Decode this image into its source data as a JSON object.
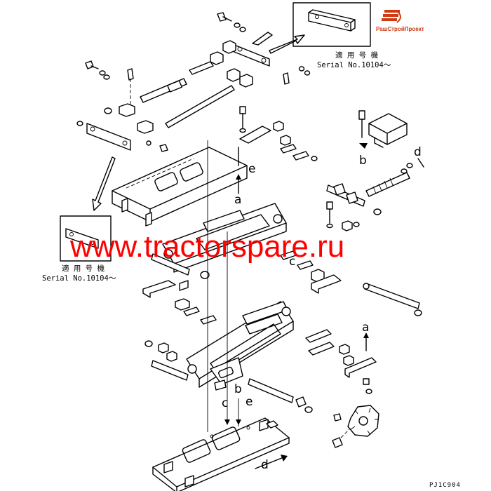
{
  "watermark": {
    "text": "www.tractorspare.ru",
    "color": "#ff0000"
  },
  "logo": {
    "text": "РашСтройПроект",
    "color": "#d23a12",
    "icon": "stacked-bars-logo-icon"
  },
  "serial_notes": [
    {
      "line1": "適 用 号 機",
      "line2": "Serial No.10104～"
    },
    {
      "line1": "適 用 号 機",
      "line2": "Serial No.10104～"
    }
  ],
  "reference_letters": {
    "e_top": "e",
    "a_mid": "a",
    "b_right": "b",
    "d_right": "d",
    "c_mid": "c",
    "a_right": "a",
    "c_bottom": "c",
    "b_bottom": "b",
    "e_bottom": "e",
    "d_bottom": "d"
  },
  "drawing_code": "PJ1C904",
  "line_color": "#000000"
}
